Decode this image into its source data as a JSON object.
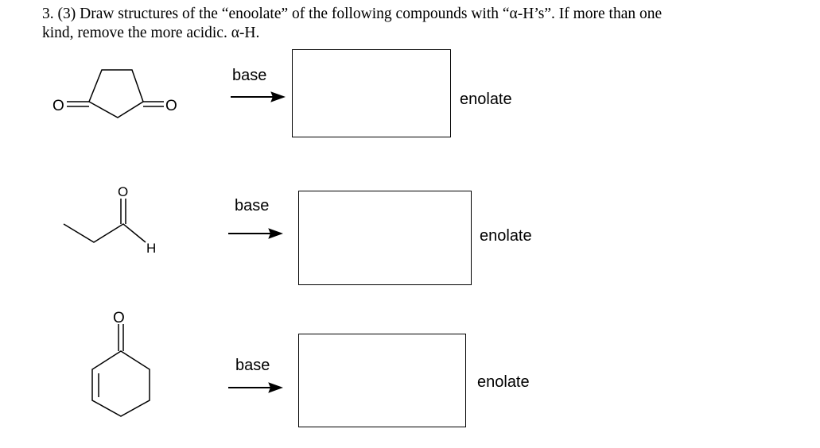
{
  "question": {
    "line1": "3. (3) Draw structures of the “enoolate” of the following compounds with “α-H’s”.  If more than one",
    "line2": "kind, remove the more acidic. α-H."
  },
  "atoms": {
    "oxygen": "O",
    "hydrogen": "H"
  },
  "rows": [
    {
      "reagent": "base",
      "product": "enolate"
    },
    {
      "reagent": "base",
      "product": "enolate"
    },
    {
      "reagent": "base",
      "product": "enolate"
    }
  ]
}
